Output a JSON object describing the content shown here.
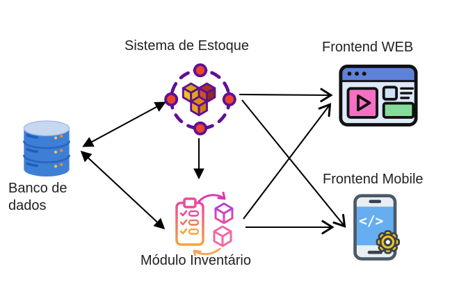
{
  "diagram": {
    "title": "",
    "nodes": {
      "sistema": {
        "label": "Sistema de Estoque",
        "icon": "cubes-network-icon"
      },
      "frontend_web": {
        "label": "Frontend WEB",
        "icon": "browser-icon"
      },
      "banco": {
        "label": "Banco de dados",
        "icon": "database-icon"
      },
      "frontend_mobile": {
        "label": "Frontend Mobile",
        "icon": "smartphone-gear-icon"
      },
      "modulo": {
        "label": "Módulo Inventário",
        "icon": "inventory-clipboard-icon"
      }
    },
    "edges": [
      {
        "from": "banco",
        "to": "sistema",
        "direction": "bidirectional"
      },
      {
        "from": "banco",
        "to": "modulo",
        "direction": "bidirectional"
      },
      {
        "from": "sistema",
        "to": "modulo",
        "direction": "one-way"
      },
      {
        "from": "sistema",
        "to": "frontend_web",
        "direction": "one-way"
      },
      {
        "from": "sistema",
        "to": "frontend_mobile",
        "direction": "one-way"
      },
      {
        "from": "modulo",
        "to": "frontend_web",
        "direction": "one-way"
      },
      {
        "from": "modulo",
        "to": "frontend_mobile",
        "direction": "one-way"
      }
    ],
    "colors": {
      "arrow": "#000000",
      "text": "#202124",
      "purple_outline": "#5E0F96",
      "node_red": "#E8472B",
      "db_blue": "#3E7FD6",
      "db_top": "#C7D7EF",
      "browser_header": "#5F81D8",
      "browser_body": "#DEE9F9",
      "browser_pink": "#F470C4",
      "browser_green": "#85DC9A",
      "phone_screen": "#66AEEF",
      "phone_frame": "#4A5A68",
      "gear_yellow": "#F6C51D",
      "clipboard_pink": "#EC4A9B",
      "clipboard_orange": "#F5A33B"
    }
  }
}
